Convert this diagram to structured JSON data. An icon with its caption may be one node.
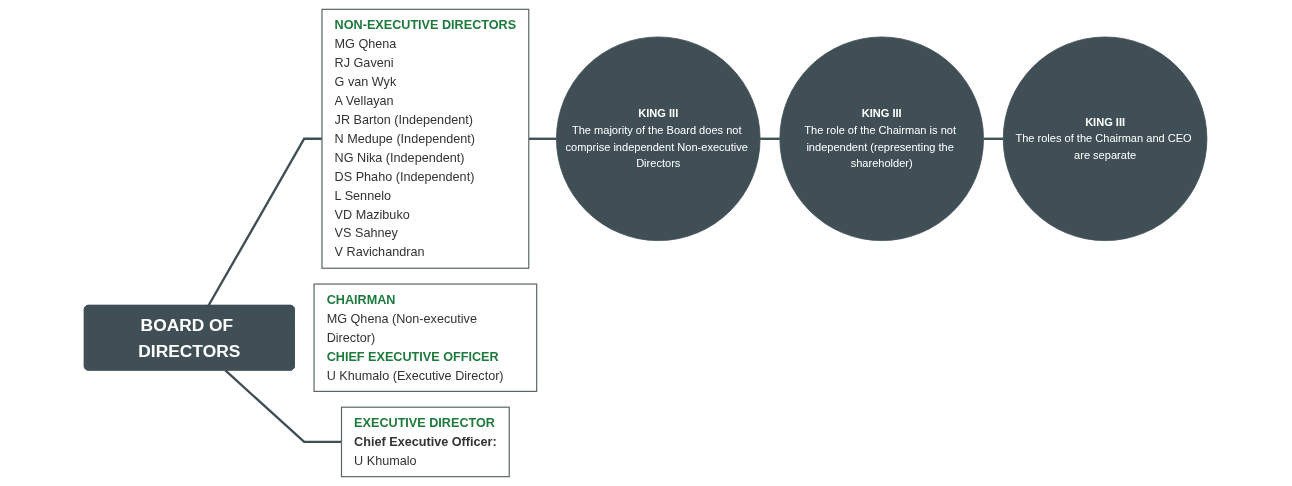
{
  "diagram": {
    "nodes": [
      {
        "text": [
          "BOARD OF DIRECTORS"
        ]
      },
      {
        "text": [
          "NON-EXECUTIVE DIRECTORS",
          "MG Qhena",
          "RJ Gaveni",
          "G van Wyk",
          "A Vellayan",
          "JR Barton (Independent)",
          "N Medupe (Independent)",
          "NG Nika (Independent)",
          "DS Phaho (Independent)",
          "L Sennelo",
          "VD Mazibuko",
          "VS Sahney",
          "V Ravichandran"
        ]
      },
      {
        "text": [
          "CHAIRMAN",
          "MG Qhena (Non-executive Director)",
          "CHIEF EXECUTIVE OFFICER",
          "U Khumalo (Executive Director)"
        ]
      },
      {
        "text": [
          "EXECUTIVE DIRECTOR",
          "Chief Executive Officer:",
          "U Khumalo"
        ]
      },
      {
        "text": [
          "KING III",
          "The majority of the Board does not comprise independent Non-executive Directors"
        ]
      },
      {
        "text": [
          "KING III",
          "The role of the Chairman is not independent (representing the shareholder)"
        ]
      },
      {
        "text": [
          "KING III",
          "The roles of the Chairman and CEO are separate"
        ]
      }
    ],
    "edges": [
      {
        "from": 0,
        "to": 1,
        "arrow": "none"
      },
      {
        "from": 0,
        "to": 3,
        "arrow": "none"
      },
      {
        "from": 1,
        "to": 4,
        "arrow": "none"
      },
      {
        "from": 4,
        "to": 5,
        "arrow": "none"
      },
      {
        "from": 5,
        "to": 6,
        "arrow": "none"
      }
    ]
  }
}
